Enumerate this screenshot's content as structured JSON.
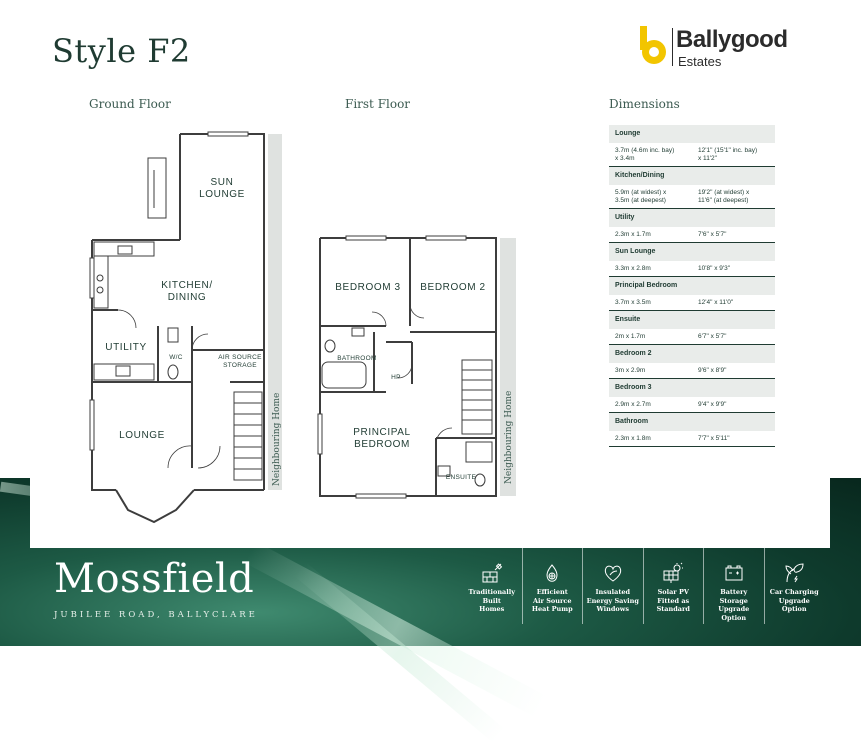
{
  "header": {
    "style_title": "Style F2",
    "brand_name": "Ballygood",
    "brand_sub": "Estates"
  },
  "plans": {
    "ground_label": "Ground Floor",
    "first_label": "First Floor",
    "neighbour_label": "Neighbouring Home",
    "ground_rooms": {
      "sun_lounge": "SUN\nLOUNGE",
      "kitchen": "KITCHEN/\nDINING",
      "utility": "UTILITY",
      "wc": "W/C",
      "air_source": "AIR SOURCE\nSTORAGE",
      "lounge": "LOUNGE"
    },
    "first_rooms": {
      "bedroom3": "BEDROOM 3",
      "bedroom2": "BEDROOM 2",
      "bathroom": "BATHROOM",
      "hp": "HP",
      "principal": "PRINCIPAL\nBEDROOM",
      "ensuite": "ENSUITE"
    }
  },
  "dimensions": {
    "title": "Dimensions",
    "rows": [
      {
        "name": "Lounge",
        "metric": "3.7m (4.6m inc. bay)\nx 3.4m",
        "imperial": "12'1\" (15'1\" inc. bay)\nx 11'2\""
      },
      {
        "name": "Kitchen/Dining",
        "metric": "5.9m (at widest) x\n3.5m (at deepest)",
        "imperial": "19'2\" (at widest) x\n11'6\" (at deepest)"
      },
      {
        "name": "Utility",
        "metric": "2.3m x 1.7m",
        "imperial": "7'6\" x 5'7\""
      },
      {
        "name": "Sun Lounge",
        "metric": "3.3m x 2.8m",
        "imperial": "10'8\" x 9'3\""
      },
      {
        "name": "Principal Bedroom",
        "metric": "3.7m x 3.5m",
        "imperial": "12'4\" x 11'0\""
      },
      {
        "name": "Ensuite",
        "metric": "2m x 1.7m",
        "imperial": "6'7\" x 5'7\""
      },
      {
        "name": "Bedroom 2",
        "metric": "3m x 2.9m",
        "imperial": "9'6\" x 8'9\""
      },
      {
        "name": "Bedroom 3",
        "metric": "2.9m x 2.7m",
        "imperial": "9'4\" x 9'9\""
      },
      {
        "name": "Bathroom",
        "metric": "2.3m x 1.8m",
        "imperial": "7'7\" x 5'11\""
      }
    ]
  },
  "footer": {
    "development": "Mossfield",
    "address": "JUBILEE ROAD, BALLYCLARE",
    "features": [
      {
        "icon": "brick-wall-icon",
        "label": "Traditionally\nBuilt\nHomes"
      },
      {
        "icon": "heat-pump-icon",
        "label": "Efficient\nAir Source\nHeat Pump"
      },
      {
        "icon": "leaf-heart-icon",
        "label": "Insulated\nEnergy Saving\nWindows"
      },
      {
        "icon": "solar-panel-icon",
        "label": "Solar PV\nFitted as\nStandard"
      },
      {
        "icon": "battery-icon",
        "label": "Battery\nStorage Upgrade\nOption"
      },
      {
        "icon": "ev-charging-icon",
        "label": "Car Charging\nUpgrade\nOption"
      }
    ]
  },
  "colors": {
    "brand_yellow": "#f2c500",
    "dark_green": "#1f3b32",
    "wall": "#3d3d3d"
  }
}
